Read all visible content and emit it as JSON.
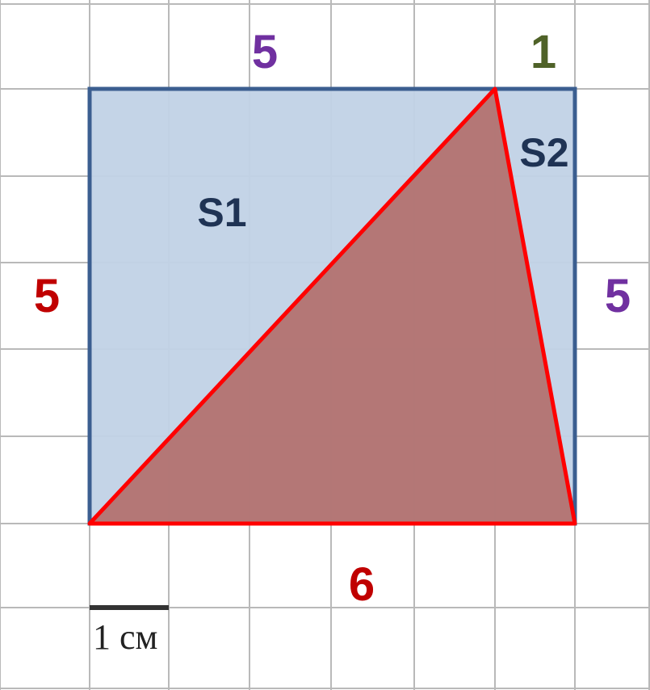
{
  "figure": {
    "grid_cell_cm": 1,
    "rectangle": {
      "width": 6,
      "height": 5
    },
    "triangle": {
      "vertices": [
        [
          0,
          0
        ],
        [
          6,
          0
        ],
        [
          5,
          5
        ]
      ]
    },
    "labels": {
      "top_left_segment": "5",
      "top_right_segment": "1",
      "left_side": "5",
      "right_side": "5",
      "bottom_side": "6",
      "region_left": "S1",
      "region_right": "S2"
    },
    "scale_label": "1 см",
    "colors": {
      "grid": "#b9b9b9",
      "rect_fill": "#c1d2e6",
      "rect_stroke": "#3b5e90",
      "triangle_fill": "#b26f6c",
      "triangle_stroke": "#ff0000",
      "label_red": "#c00000",
      "label_purple": "#7030a0",
      "label_green": "#4f6228",
      "label_navy": "#1f3354",
      "scale_bar": "#333333"
    }
  }
}
